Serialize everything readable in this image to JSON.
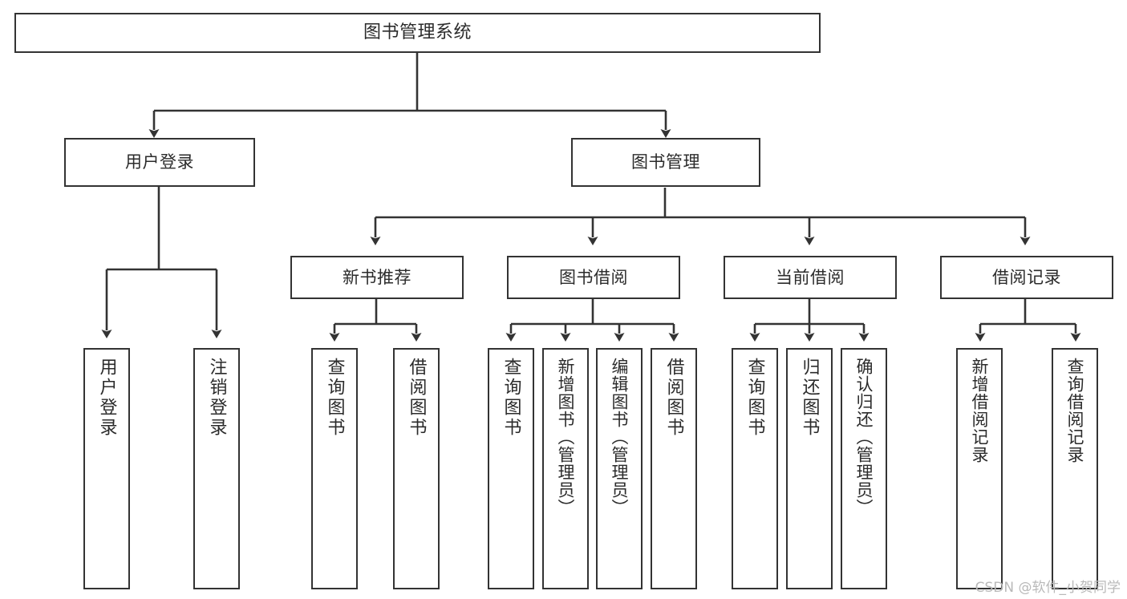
{
  "diagram": {
    "title": "图书管理系统",
    "type": "tree",
    "background_color": "#ffffff",
    "line_color": "#333333",
    "text_color": "#2b2b2b"
  },
  "nodes": {
    "root": {
      "label": "图书管理系统",
      "level": 0
    },
    "user_login": {
      "label": "用户登录",
      "level": 1
    },
    "book_manage": {
      "label": "图书管理",
      "level": 1
    },
    "new_book_rec": {
      "label": "新书推荐",
      "level": 2
    },
    "book_borrow": {
      "label": "图书借阅",
      "level": 2
    },
    "current_borrow": {
      "label": "当前借阅",
      "level": 2
    },
    "borrow_record": {
      "label": "借阅记录",
      "level": 2
    },
    "leaf_user_login": {
      "label": "用户登录",
      "level": 3
    },
    "leaf_logout": {
      "label": "注销登录",
      "level": 3
    },
    "leaf_query_book_1": {
      "label": "查询图书",
      "level": 3
    },
    "leaf_borrow_book_1": {
      "label": "借阅图书",
      "level": 3
    },
    "leaf_query_book_2": {
      "label": "查询图书",
      "level": 3
    },
    "leaf_add_book": {
      "label": "新增图书（管理员）",
      "level": 3
    },
    "leaf_edit_book": {
      "label": "编辑图书（管理员）",
      "level": 3
    },
    "leaf_borrow_book_2": {
      "label": "借阅图书",
      "level": 3
    },
    "leaf_query_book_3": {
      "label": "查询图书",
      "level": 3
    },
    "leaf_return_book": {
      "label": "归还图书",
      "level": 3
    },
    "leaf_confirm_return": {
      "label": "确认归还（管理员）",
      "level": 3
    },
    "leaf_add_record": {
      "label": "新增借阅记录",
      "level": 3
    },
    "leaf_query_record": {
      "label": "查询借阅记录",
      "level": 3
    }
  },
  "watermark": {
    "text": "CSDN @软件_小贺同学"
  }
}
